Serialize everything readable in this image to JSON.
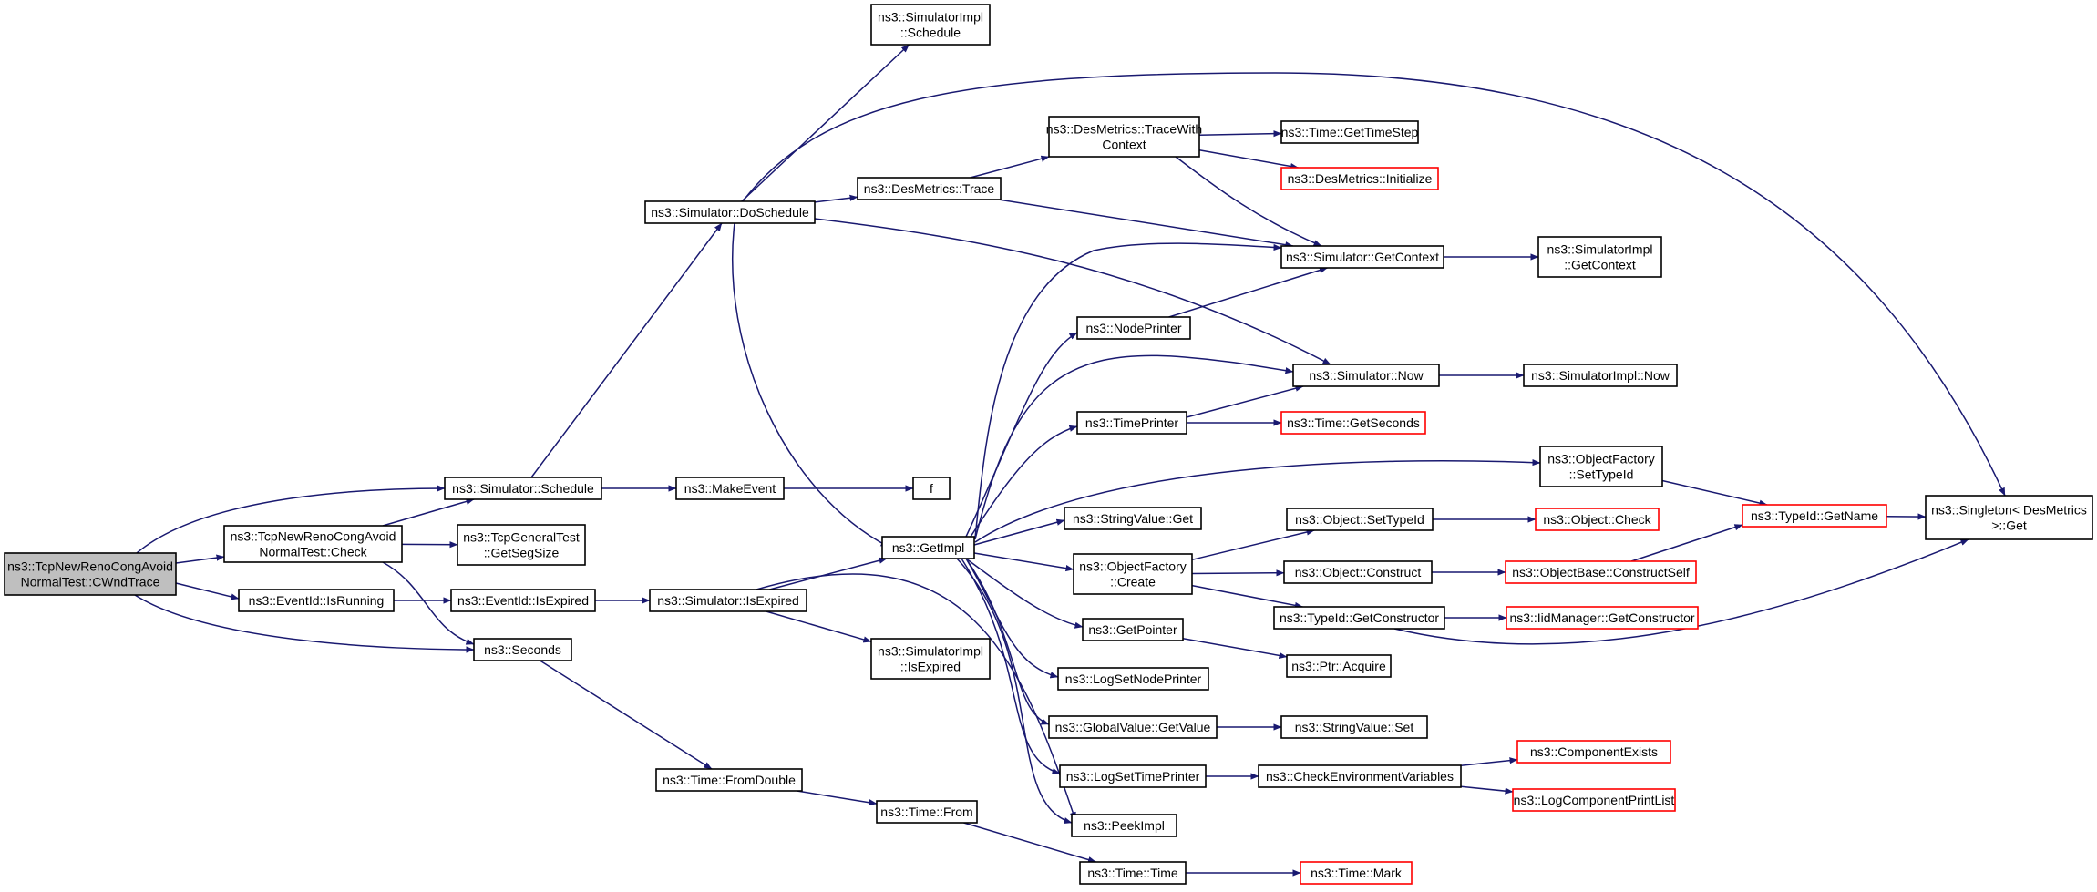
{
  "colors": {
    "edge": "#191970",
    "box_border": "#000000",
    "box_border_truncated": "#ff0000",
    "root_fill": "#bfbfbf",
    "box_fill": "#ffffff"
  },
  "nodes": [
    {
      "id": "root",
      "lines": [
        "ns3::TcpNewRenoCongAvoid",
        "NormalTest::CWndTrace"
      ],
      "kind": "root"
    },
    {
      "id": "check",
      "lines": [
        "ns3::TcpNewRenoCongAvoid",
        "NormalTest::Check"
      ]
    },
    {
      "id": "eventIsRunning",
      "lines": [
        "ns3::EventId::IsRunning"
      ]
    },
    {
      "id": "schedule",
      "lines": [
        "ns3::Simulator::Schedule"
      ]
    },
    {
      "id": "getSegSize",
      "lines": [
        "ns3::TcpGeneralTest",
        "::GetSegSize"
      ]
    },
    {
      "id": "eventIsExpired",
      "lines": [
        "ns3::EventId::IsExpired"
      ]
    },
    {
      "id": "seconds",
      "lines": [
        "ns3::Seconds"
      ]
    },
    {
      "id": "doSchedule",
      "lines": [
        "ns3::Simulator::DoSchedule"
      ]
    },
    {
      "id": "makeEvent",
      "lines": [
        "ns3::MakeEvent"
      ]
    },
    {
      "id": "simIsExpired",
      "lines": [
        "ns3::Simulator::IsExpired"
      ]
    },
    {
      "id": "timeFromDouble",
      "lines": [
        "ns3::Time::FromDouble"
      ]
    },
    {
      "id": "implSchedule",
      "lines": [
        "ns3::SimulatorImpl",
        "::Schedule"
      ]
    },
    {
      "id": "desTrace",
      "lines": [
        "ns3::DesMetrics::Trace"
      ]
    },
    {
      "id": "f",
      "lines": [
        "f"
      ]
    },
    {
      "id": "getImpl",
      "lines": [
        "ns3::GetImpl"
      ]
    },
    {
      "id": "implIsExpired",
      "lines": [
        "ns3::SimulatorImpl",
        "::IsExpired"
      ]
    },
    {
      "id": "timeFrom",
      "lines": [
        "ns3::Time::From"
      ]
    },
    {
      "id": "traceWithContext",
      "lines": [
        "ns3::DesMetrics::TraceWith",
        "Context"
      ]
    },
    {
      "id": "nodePrinter",
      "lines": [
        "ns3::NodePrinter"
      ]
    },
    {
      "id": "timePrinter",
      "lines": [
        "ns3::TimePrinter"
      ]
    },
    {
      "id": "stringValueGet",
      "lines": [
        "ns3::StringValue::Get"
      ]
    },
    {
      "id": "ofCreate",
      "lines": [
        "ns3::ObjectFactory",
        "::Create"
      ]
    },
    {
      "id": "getPointer",
      "lines": [
        "ns3::GetPointer"
      ]
    },
    {
      "id": "logSetNodePrinter",
      "lines": [
        "ns3::LogSetNodePrinter"
      ]
    },
    {
      "id": "globalValueGetValue",
      "lines": [
        "ns3::GlobalValue::GetValue"
      ]
    },
    {
      "id": "logSetTimePrinter",
      "lines": [
        "ns3::LogSetTimePrinter"
      ]
    },
    {
      "id": "peekImpl",
      "lines": [
        "ns3::PeekImpl"
      ]
    },
    {
      "id": "timeTime",
      "lines": [
        "ns3::Time::Time"
      ]
    },
    {
      "id": "getTimeStep",
      "lines": [
        "ns3::Time::GetTimeStep"
      ]
    },
    {
      "id": "desInitialize",
      "lines": [
        "ns3::DesMetrics::Initialize"
      ],
      "truncated": true
    },
    {
      "id": "simGetContext",
      "lines": [
        "ns3::Simulator::GetContext"
      ]
    },
    {
      "id": "simNow",
      "lines": [
        "ns3::Simulator::Now"
      ]
    },
    {
      "id": "timeGetSeconds",
      "lines": [
        "ns3::Time::GetSeconds"
      ],
      "truncated": true
    },
    {
      "id": "objSetTypeId",
      "lines": [
        "ns3::Object::SetTypeId"
      ]
    },
    {
      "id": "objConstruct",
      "lines": [
        "ns3::Object::Construct"
      ]
    },
    {
      "id": "typeIdGetConstructor",
      "lines": [
        "ns3::TypeId::GetConstructor"
      ]
    },
    {
      "id": "ptrAcquire",
      "lines": [
        "ns3::Ptr::Acquire"
      ]
    },
    {
      "id": "stringValueSet",
      "lines": [
        "ns3::StringValue::Set"
      ]
    },
    {
      "id": "checkEnv",
      "lines": [
        "ns3::CheckEnvironmentVariables"
      ]
    },
    {
      "id": "timeMark",
      "lines": [
        "ns3::Time::Mark"
      ],
      "truncated": true
    },
    {
      "id": "implGetContext",
      "lines": [
        "ns3::SimulatorImpl",
        "::GetContext"
      ]
    },
    {
      "id": "implNow",
      "lines": [
        "ns3::SimulatorImpl::Now"
      ]
    },
    {
      "id": "ofSetTypeId",
      "lines": [
        "ns3::ObjectFactory",
        "::SetTypeId"
      ]
    },
    {
      "id": "objCheck",
      "lines": [
        "ns3::Object::Check"
      ],
      "truncated": true
    },
    {
      "id": "objBaseConstructSelf",
      "lines": [
        "ns3::ObjectBase::ConstructSelf"
      ],
      "truncated": true
    },
    {
      "id": "iidGetConstructor",
      "lines": [
        "ns3::IidManager::GetConstructor"
      ],
      "truncated": true
    },
    {
      "id": "componentExists",
      "lines": [
        "ns3::ComponentExists"
      ],
      "truncated": true
    },
    {
      "id": "logComponentPrintList",
      "lines": [
        "ns3::LogComponentPrintList"
      ],
      "truncated": true
    },
    {
      "id": "typeIdGetName",
      "lines": [
        "ns3::TypeId::GetName"
      ],
      "truncated": true
    },
    {
      "id": "singletonGet",
      "lines": [
        "ns3::Singleton< DesMetrics",
        ">::Get"
      ]
    }
  ],
  "edges": [
    [
      "root",
      "schedule"
    ],
    [
      "root",
      "check"
    ],
    [
      "root",
      "eventIsRunning"
    ],
    [
      "root",
      "seconds"
    ],
    [
      "check",
      "schedule"
    ],
    [
      "check",
      "getSegSize"
    ],
    [
      "check",
      "seconds"
    ],
    [
      "eventIsRunning",
      "eventIsExpired"
    ],
    [
      "schedule",
      "doSchedule"
    ],
    [
      "schedule",
      "makeEvent"
    ],
    [
      "eventIsExpired",
      "simIsExpired"
    ],
    [
      "seconds",
      "timeFromDouble"
    ],
    [
      "doSchedule",
      "implSchedule"
    ],
    [
      "doSchedule",
      "desTrace"
    ],
    [
      "doSchedule",
      "getImpl"
    ],
    [
      "doSchedule",
      "simNow"
    ],
    [
      "doSchedule",
      "singletonGet"
    ],
    [
      "makeEvent",
      "f"
    ],
    [
      "simIsExpired",
      "getImpl"
    ],
    [
      "simIsExpired",
      "implIsExpired"
    ],
    [
      "simIsExpired",
      "peekImpl"
    ],
    [
      "timeFromDouble",
      "timeFrom"
    ],
    [
      "desTrace",
      "traceWithContext"
    ],
    [
      "desTrace",
      "simGetContext"
    ],
    [
      "timeFrom",
      "timeTime"
    ],
    [
      "traceWithContext",
      "getTimeStep"
    ],
    [
      "traceWithContext",
      "desInitialize"
    ],
    [
      "traceWithContext",
      "simGetContext"
    ],
    [
      "getImpl",
      "nodePrinter"
    ],
    [
      "getImpl",
      "timePrinter"
    ],
    [
      "getImpl",
      "simGetContext"
    ],
    [
      "getImpl",
      "simNow"
    ],
    [
      "getImpl",
      "ofSetTypeId"
    ],
    [
      "getImpl",
      "stringValueGet"
    ],
    [
      "getImpl",
      "ofCreate"
    ],
    [
      "getImpl",
      "getPointer"
    ],
    [
      "getImpl",
      "logSetNodePrinter"
    ],
    [
      "getImpl",
      "globalValueGetValue"
    ],
    [
      "getImpl",
      "logSetTimePrinter"
    ],
    [
      "getImpl",
      "peekImpl"
    ],
    [
      "nodePrinter",
      "simGetContext"
    ],
    [
      "timePrinter",
      "simNow"
    ],
    [
      "timePrinter",
      "timeGetSeconds"
    ],
    [
      "ofCreate",
      "objSetTypeId"
    ],
    [
      "ofCreate",
      "objConstruct"
    ],
    [
      "ofCreate",
      "typeIdGetConstructor"
    ],
    [
      "getPointer",
      "ptrAcquire"
    ],
    [
      "globalValueGetValue",
      "stringValueSet"
    ],
    [
      "logSetTimePrinter",
      "checkEnv"
    ],
    [
      "timeTime",
      "timeMark"
    ],
    [
      "simGetContext",
      "implGetContext"
    ],
    [
      "simNow",
      "implNow"
    ],
    [
      "ofSetTypeId",
      "typeIdGetName"
    ],
    [
      "objSetTypeId",
      "objCheck"
    ],
    [
      "objConstruct",
      "objBaseConstructSelf"
    ],
    [
      "objBaseConstructSelf",
      "typeIdGetName"
    ],
    [
      "typeIdGetConstructor",
      "iidGetConstructor"
    ],
    [
      "typeIdGetConstructor",
      "singletonGet"
    ],
    [
      "checkEnv",
      "componentExists"
    ],
    [
      "checkEnv",
      "logComponentPrintList"
    ],
    [
      "typeIdGetName",
      "singletonGet"
    ]
  ]
}
